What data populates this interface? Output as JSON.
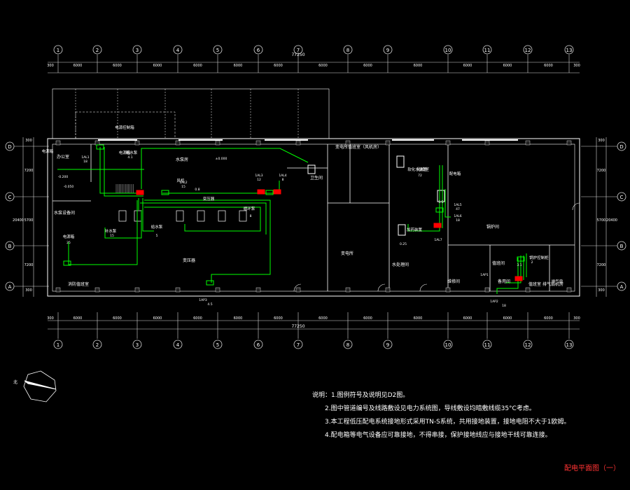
{
  "colors": {
    "background": "#000000",
    "structure": "#ffffff",
    "grid": "#d8d8d8",
    "cable": "#00ff00",
    "panel_fill": "#ff0000",
    "title": "#ff3333"
  },
  "axes": {
    "columns": [
      "1",
      "2",
      "3",
      "4",
      "5",
      "6",
      "7",
      "8",
      "9",
      "10",
      "11",
      "12",
      "13"
    ],
    "rows": [
      "D",
      "C",
      "B",
      "A"
    ],
    "top_total": "77250",
    "bottom_total": "77250",
    "top_dims": [
      "300",
      "6000",
      "6000",
      "6000",
      "6000",
      "6000",
      "6000",
      "6000",
      "6000",
      "6000",
      "6000",
      "6000",
      "6000",
      "300"
    ],
    "bottom_dims": [
      "300",
      "6000",
      "6000",
      "6000",
      "6000",
      "6000",
      "6000",
      "6000",
      "6000",
      "6000",
      "6000",
      "6000",
      "6000",
      "300"
    ],
    "left_dims": [
      "300",
      "7200",
      "5700",
      "7200",
      "300"
    ],
    "left_total": "20400",
    "right_dims": [
      "300",
      "7200",
      "5700",
      "7200",
      "300"
    ],
    "right_total": "20400"
  },
  "rooms": [
    "水泵房",
    "变压器",
    "变电所",
    "水处理间",
    "锅炉间",
    "化验室",
    "值班间",
    "卫生间",
    "变电所值班室（风机房）",
    "维修间",
    "值班室",
    "水泵设备间",
    "消防值班室",
    "办公室",
    "备用间",
    "排气扇机房"
  ],
  "labels": [
    "电源控制箱",
    "电源箱",
    "给水泵",
    "电源箱",
    "补水泵",
    "变压器",
    "给水泵",
    "循环泵",
    "电源箱",
    "软化水装置",
    "加药装置",
    "配电箱",
    "锅炉控制柜",
    "风机",
    "排气扇"
  ],
  "panels": [
    "1AL1",
    "1AL2",
    "1AL3",
    "1AL4",
    "1AL5",
    "1AL6",
    "1AL7",
    "1AP1",
    "1AP2",
    "1AP3"
  ],
  "equipment_specs": [
    "18",
    "4.1",
    "15",
    "0.8",
    "12",
    "8",
    "15",
    "5",
    "8",
    "25",
    "4.5",
    "18",
    "47",
    "2",
    "0.25",
    "18",
    "72",
    "3.1",
    "1.5"
  ],
  "levels": [
    "±0.000",
    "-0.050",
    "-0.200"
  ],
  "notes": [
    "说明：1.图例符号及说明见D2图。",
    "2.图中管道编号及线路敷设见电力系统图，导线敷设均暗敷线缆35°C考虑。",
    "3.本工程低压配电系统接地形式采用TN-S系统，共用接地装置，接地电阻不大于1欧姆。",
    "4.配电箱等电气设备应可靠接地，不得串接，保护接地线应与接地干线可靠连接。"
  ],
  "title": "配电平面图（一）"
}
